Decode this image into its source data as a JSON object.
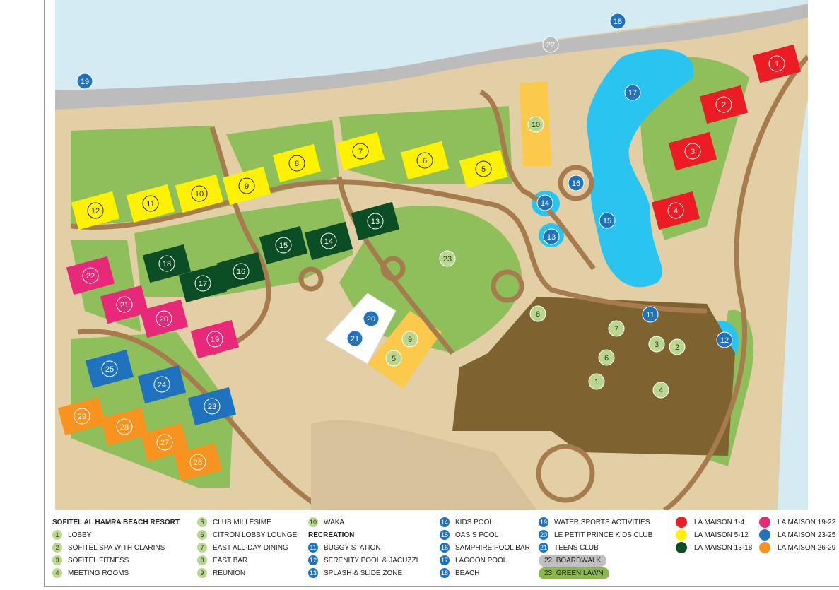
{
  "legend": {
    "title": "SOFITEL AL HAMRA BEACH RESORT",
    "recreation_title": "RECREATION",
    "facilities": [
      {
        "num": "1",
        "label": "LOBBY"
      },
      {
        "num": "2",
        "label": "SOFITEL SPA WITH CLARINS"
      },
      {
        "num": "3",
        "label": "SOFITEL FITNESS"
      },
      {
        "num": "4",
        "label": "MEETING ROOMS"
      },
      {
        "num": "5",
        "label": "CLUB MILLÉSIME"
      },
      {
        "num": "6",
        "label": "CITRON LOBBY LOUNGE"
      },
      {
        "num": "7",
        "label": "EAST ALL-DAY DINING"
      },
      {
        "num": "8",
        "label": "EAST BAR"
      },
      {
        "num": "9",
        "label": "REUNION"
      },
      {
        "num": "10",
        "label": "WAKA"
      }
    ],
    "recreation": [
      {
        "num": "11",
        "label": "BUGGY STATION"
      },
      {
        "num": "12",
        "label": "SERENITY POOL & JACUZZI"
      },
      {
        "num": "13",
        "label": "SPLASH & SLIDE ZONE"
      },
      {
        "num": "14",
        "label": "KIDS POOL"
      },
      {
        "num": "15",
        "label": "OASIS POOL"
      },
      {
        "num": "16",
        "label": "SAMPHIRE POOL BAR"
      },
      {
        "num": "17",
        "label": "LAGOON POOL"
      },
      {
        "num": "18",
        "label": "BEACH"
      },
      {
        "num": "19",
        "label": "WATER SPORTS ACTIVITIES"
      },
      {
        "num": "20",
        "label": "LE PETIT PRINCE KIDS CLUB"
      },
      {
        "num": "21",
        "label": "TEENS CLUB"
      }
    ],
    "boardwalk": {
      "num": "22",
      "label": "BOARDWALK",
      "color": "#c0c0c0"
    },
    "green_lawn": {
      "num": "23",
      "label": "GREEN LAWN",
      "color": "#8ab74e"
    },
    "villas": [
      {
        "label": "LA MAISON 1-4",
        "color": "#ec1c24"
      },
      {
        "label": "LA MAISON 5-12",
        "color": "#fff200"
      },
      {
        "label": "LA MAISON 13-18",
        "color": "#0b4d24"
      },
      {
        "label": "LA MAISON 19-22",
        "color": "#e8297a"
      },
      {
        "label": "LA MAISON 23-25",
        "color": "#1f72bd"
      },
      {
        "label": "LA MAISON 26-29",
        "color": "#f7931e"
      }
    ]
  },
  "map": {
    "villas": [
      {
        "label": "1",
        "group": "red"
      },
      {
        "label": "2",
        "group": "red"
      },
      {
        "label": "3",
        "group": "red"
      },
      {
        "label": "4",
        "group": "red"
      },
      {
        "label": "5",
        "group": "yellow"
      },
      {
        "label": "6",
        "group": "yellow"
      },
      {
        "label": "7",
        "group": "yellow"
      },
      {
        "label": "8",
        "group": "yellow"
      },
      {
        "label": "9",
        "group": "yellow"
      },
      {
        "label": "10",
        "group": "yellow"
      },
      {
        "label": "11",
        "group": "yellow"
      },
      {
        "label": "12",
        "group": "yellow"
      },
      {
        "label": "13",
        "group": "green"
      },
      {
        "label": "14",
        "group": "green"
      },
      {
        "label": "15",
        "group": "green"
      },
      {
        "label": "16",
        "group": "green"
      },
      {
        "label": "17",
        "group": "green"
      },
      {
        "label": "18",
        "group": "green"
      },
      {
        "label": "19",
        "group": "pink"
      },
      {
        "label": "20",
        "group": "pink"
      },
      {
        "label": "21",
        "group": "pink"
      },
      {
        "label": "22",
        "group": "pink"
      },
      {
        "label": "23",
        "group": "blue"
      },
      {
        "label": "24",
        "group": "blue"
      },
      {
        "label": "25",
        "group": "blue"
      },
      {
        "label": "26",
        "group": "orange"
      },
      {
        "label": "27",
        "group": "orange"
      },
      {
        "label": "28",
        "group": "orange"
      },
      {
        "label": "29",
        "group": "orange"
      }
    ],
    "facility_markers": [
      "1",
      "2",
      "3",
      "4",
      "5",
      "6",
      "7",
      "8",
      "9",
      "10",
      "23"
    ],
    "recreation_markers": [
      "11",
      "12",
      "13",
      "14",
      "15",
      "16",
      "17",
      "18",
      "19",
      "20",
      "21"
    ],
    "boardwalk_marker": "22"
  }
}
